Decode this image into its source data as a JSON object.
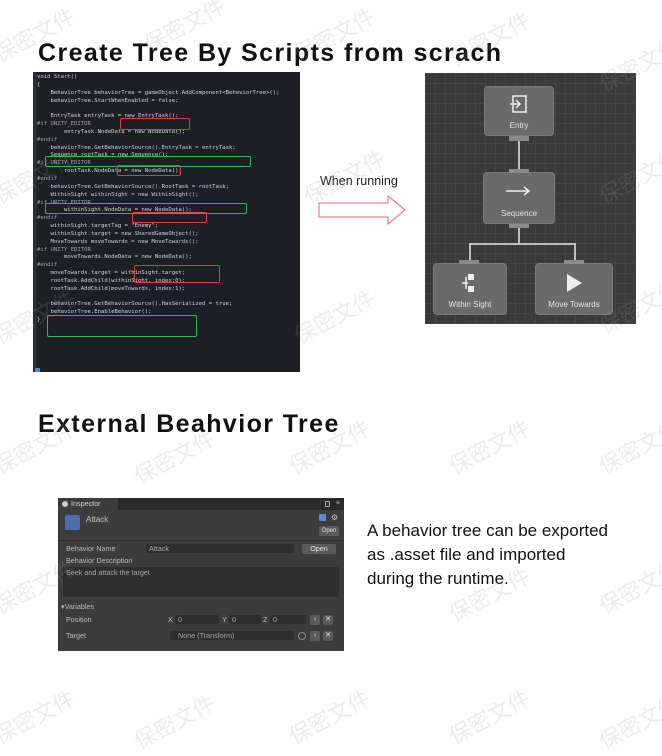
{
  "section1": {
    "title": "Create Tree By Scripts from scrach"
  },
  "code": {
    "lines": [
      "void Start()",
      "{",
      "    BehaviorTree behaviorTree = gameObject.AddComponent<BehaviorTree>();",
      "    behaviorTree.StartWhenEnabled = false;",
      "",
      "    EntryTask entryTask = new EntryTask();",
      "#if UNITY_EDITOR",
      "        entryTask.NodeData = new NodeData();",
      "#endif",
      "    behaviorTree.GetBehaviorSource().EntryTask = entryTask;",
      "    Sequence rootTask = new Sequence();",
      "#if UNITY_EDITOR",
      "        rootTask.NodeData = new NodeData();",
      "#endif",
      "    behaviorTree.GetBehaviorSource().RootTask = rootTask;",
      "    WithinSight withinSight = new WithinSight();",
      "#if UNITY_EDITOR",
      "        withinSight.NodeData = new NodeData();",
      "#endif",
      "    withinSight.targetTag = \"Enemy\";",
      "    withinSight.target = new SharedGameObject();",
      "    MoveTowards moveTowards = new MoveTowards();",
      "#if UNITY_EDITOR",
      "        moveTowards.NodeData = new NodeData();",
      "#endif",
      "    moveTowards.target = withinSight.target;",
      "    rootTask.AddChild(withinSight, index:0);",
      "    rootTask.AddChild(moveTowards, index:1);",
      "",
      "    behaviorTree.GetBehaviorSource().HasSerialized = true;",
      "    behaviorTree.EnableBehavior();",
      "}"
    ]
  },
  "arrow": {
    "label": "When running"
  },
  "tree": {
    "nodes": {
      "entry": "Entry",
      "sequence": "Sequence",
      "within_sight": "Within Sight",
      "move_towards": "Move Towards"
    }
  },
  "section2": {
    "title": "External Beahvior Tree"
  },
  "inspector": {
    "tab": "Inspector",
    "object_name": "Attack",
    "open_small": "Open",
    "behavior_name_label": "Behavior Name",
    "behavior_name_value": "Attack",
    "open_button": "Open",
    "description_label": "Behavior Description",
    "description_value": "Seek and attack the target",
    "variables_label": "Variables",
    "position_label": "Position",
    "x_label": "X",
    "x_value": "0",
    "y_label": "Y",
    "y_value": "0",
    "z_label": "Z",
    "z_value": "0",
    "target_label": "Target",
    "target_value": "None (Transform)"
  },
  "description": {
    "line1": "A behavior tree can be exported",
    "line2": "as .asset file and imported",
    "line3": "during the runtime."
  },
  "watermark": "保密文件"
}
